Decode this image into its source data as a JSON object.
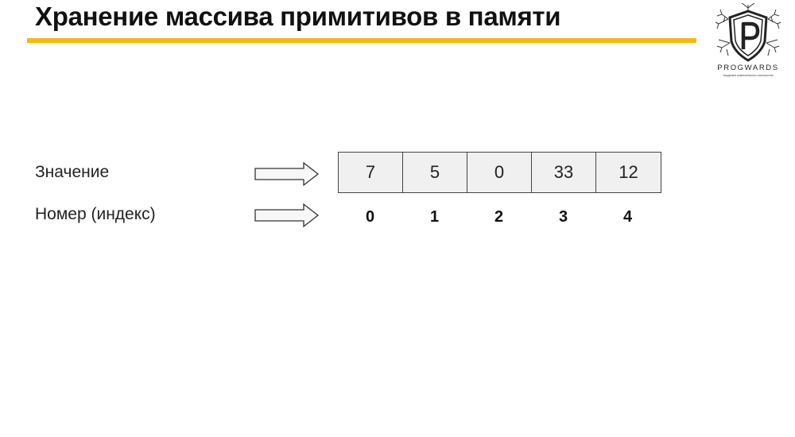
{
  "slide": {
    "title": "Хранение массива примитивов в памяти",
    "accent_color": "#f2b90f"
  },
  "logo": {
    "icon": "progwards-p-shield-icon",
    "brand": "PROGWARDS",
    "tagline": "Академия компьютерного мастерства"
  },
  "rows": {
    "values_label": "Значение",
    "index_label": "Номер (индекс)",
    "arrow_icon": "right-arrow-icon"
  },
  "array": {
    "values": [
      "7",
      "5",
      "0",
      "33",
      "12"
    ],
    "indices": [
      "0",
      "1",
      "2",
      "3",
      "4"
    ]
  }
}
